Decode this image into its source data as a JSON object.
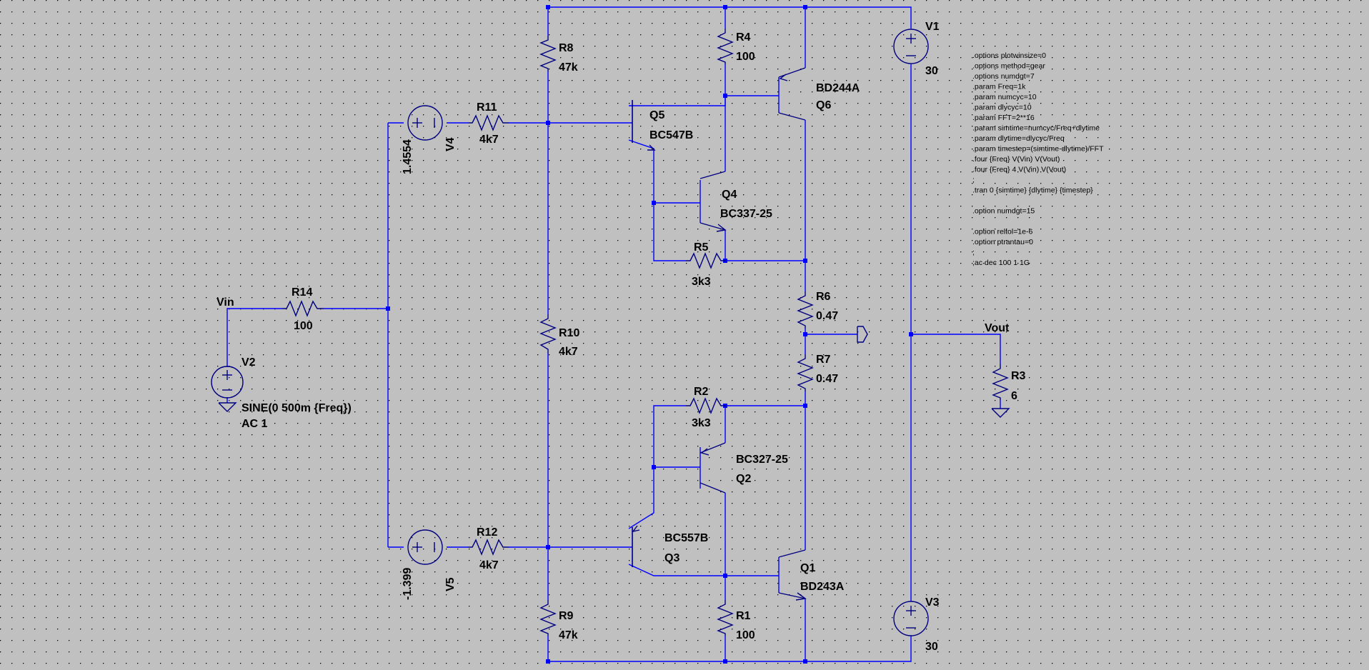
{
  "labels": {
    "vin": "Vin",
    "vout": "Vout",
    "r14": "R14",
    "r14_val": "100",
    "v2": "V2",
    "v2_val": "SINE(0 500m {Freq})",
    "v2_ac": "AC 1",
    "v4": "V4",
    "v4_val": "1.4554",
    "v5": "V5",
    "v5_val": "-1.399",
    "r11": "R11",
    "r11_val": "4k7",
    "r12": "R12",
    "r12_val": "4k7",
    "r8": "R8",
    "r8_val": "47k",
    "r10": "R10",
    "r10_val": "4k7",
    "r9": "R9",
    "r9_val": "47k",
    "r4": "R4",
    "r4_val": "100",
    "r1": "R1",
    "r1_val": "100",
    "r5": "R5",
    "r5_val": "3k3",
    "r2": "R2",
    "r2_val": "3k3",
    "r6": "R6",
    "r6_val": "0.47",
    "r7": "R7",
    "r7_val": "0.47",
    "r3": "R3",
    "r3_val": "6",
    "q5": "Q5",
    "q5_model": "BC547B",
    "q4": "Q4",
    "q4_model": "BC337-25",
    "q6": "Q6",
    "q6_model": "BD244A",
    "q2": "Q2",
    "q2_model": "BC327-25",
    "q3": "Q3",
    "q3_model": "BC557B",
    "q1": "Q1",
    "q1_model": "BD243A",
    "v1": "V1",
    "v1_val": "30",
    "v3": "V3",
    "v3_val": "30"
  },
  "directives": [
    ".options plotwinsize=0",
    ".options method=gear",
    ".options numdgt=7",
    ".param Freq=1k",
    ".param numcyc=10",
    ".param dlycyc=10",
    ".param FFT=2**16",
    ".param simtime=numcyc/Freq+dlytime",
    ".param dlytime=dlycyc/Freq",
    ".param timestep=(simtime-dlytime)/FFT",
    ".four {Freq} V(Vin) V(Vout)",
    ".four {Freq} 4 V(Vin) V(Vout)",
    ";",
    ".tran 0 {simtime} {dlytime} {timestep}",
    "",
    ".option numdgt=15",
    "",
    ".option reltol=1e-6",
    ".option ptrantau=0",
    ";",
    ";ac dec 100 1 1G"
  ],
  "colors": {
    "background": "#c0c0c0",
    "wire": "#0000ff",
    "component": "#000080",
    "grid": "#000000",
    "text": "#000000"
  },
  "icons": {
    "source": "voltage-source-icon",
    "resistor": "resistor-icon",
    "npn": "npn-transistor-icon",
    "pnp": "pnp-transistor-icon",
    "ground": "ground-icon",
    "output": "output-port-icon"
  }
}
